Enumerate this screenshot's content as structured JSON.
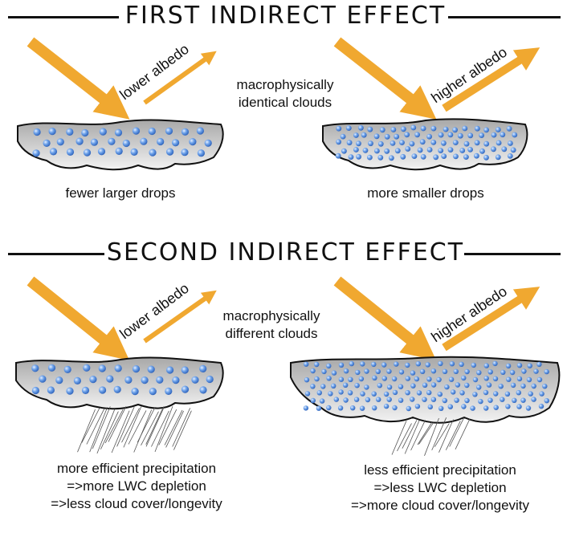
{
  "first_effect": {
    "title": "FIRST INDIRECT EFFECT",
    "left_albedo": "lower albedo",
    "right_albedo": "higher albedo",
    "middle_label_line1": "macrophysically",
    "middle_label_line2": "identical clouds",
    "left_caption": "fewer larger drops",
    "right_caption": "more smaller drops"
  },
  "second_effect": {
    "title": "SECOND INDIRECT EFFECT",
    "left_albedo": "lower albedo",
    "right_albedo": "higher albedo",
    "middle_label_line1": "macrophysically",
    "middle_label_line2": "different clouds",
    "left_caption_line1": "more efficient precipitation",
    "left_caption_line2": "=>more LWC depletion",
    "left_caption_line3": "=>less cloud cover/longevity",
    "right_caption_line1": "less efficient precipitation",
    "right_caption_line2": "=>less LWC depletion",
    "right_caption_line3": "=>more cloud cover/longevity"
  },
  "colors": {
    "arrow": "#f0a830",
    "cloud_fill": "#c8c8c8",
    "drop": "#4a86d8",
    "line": "#111111"
  }
}
